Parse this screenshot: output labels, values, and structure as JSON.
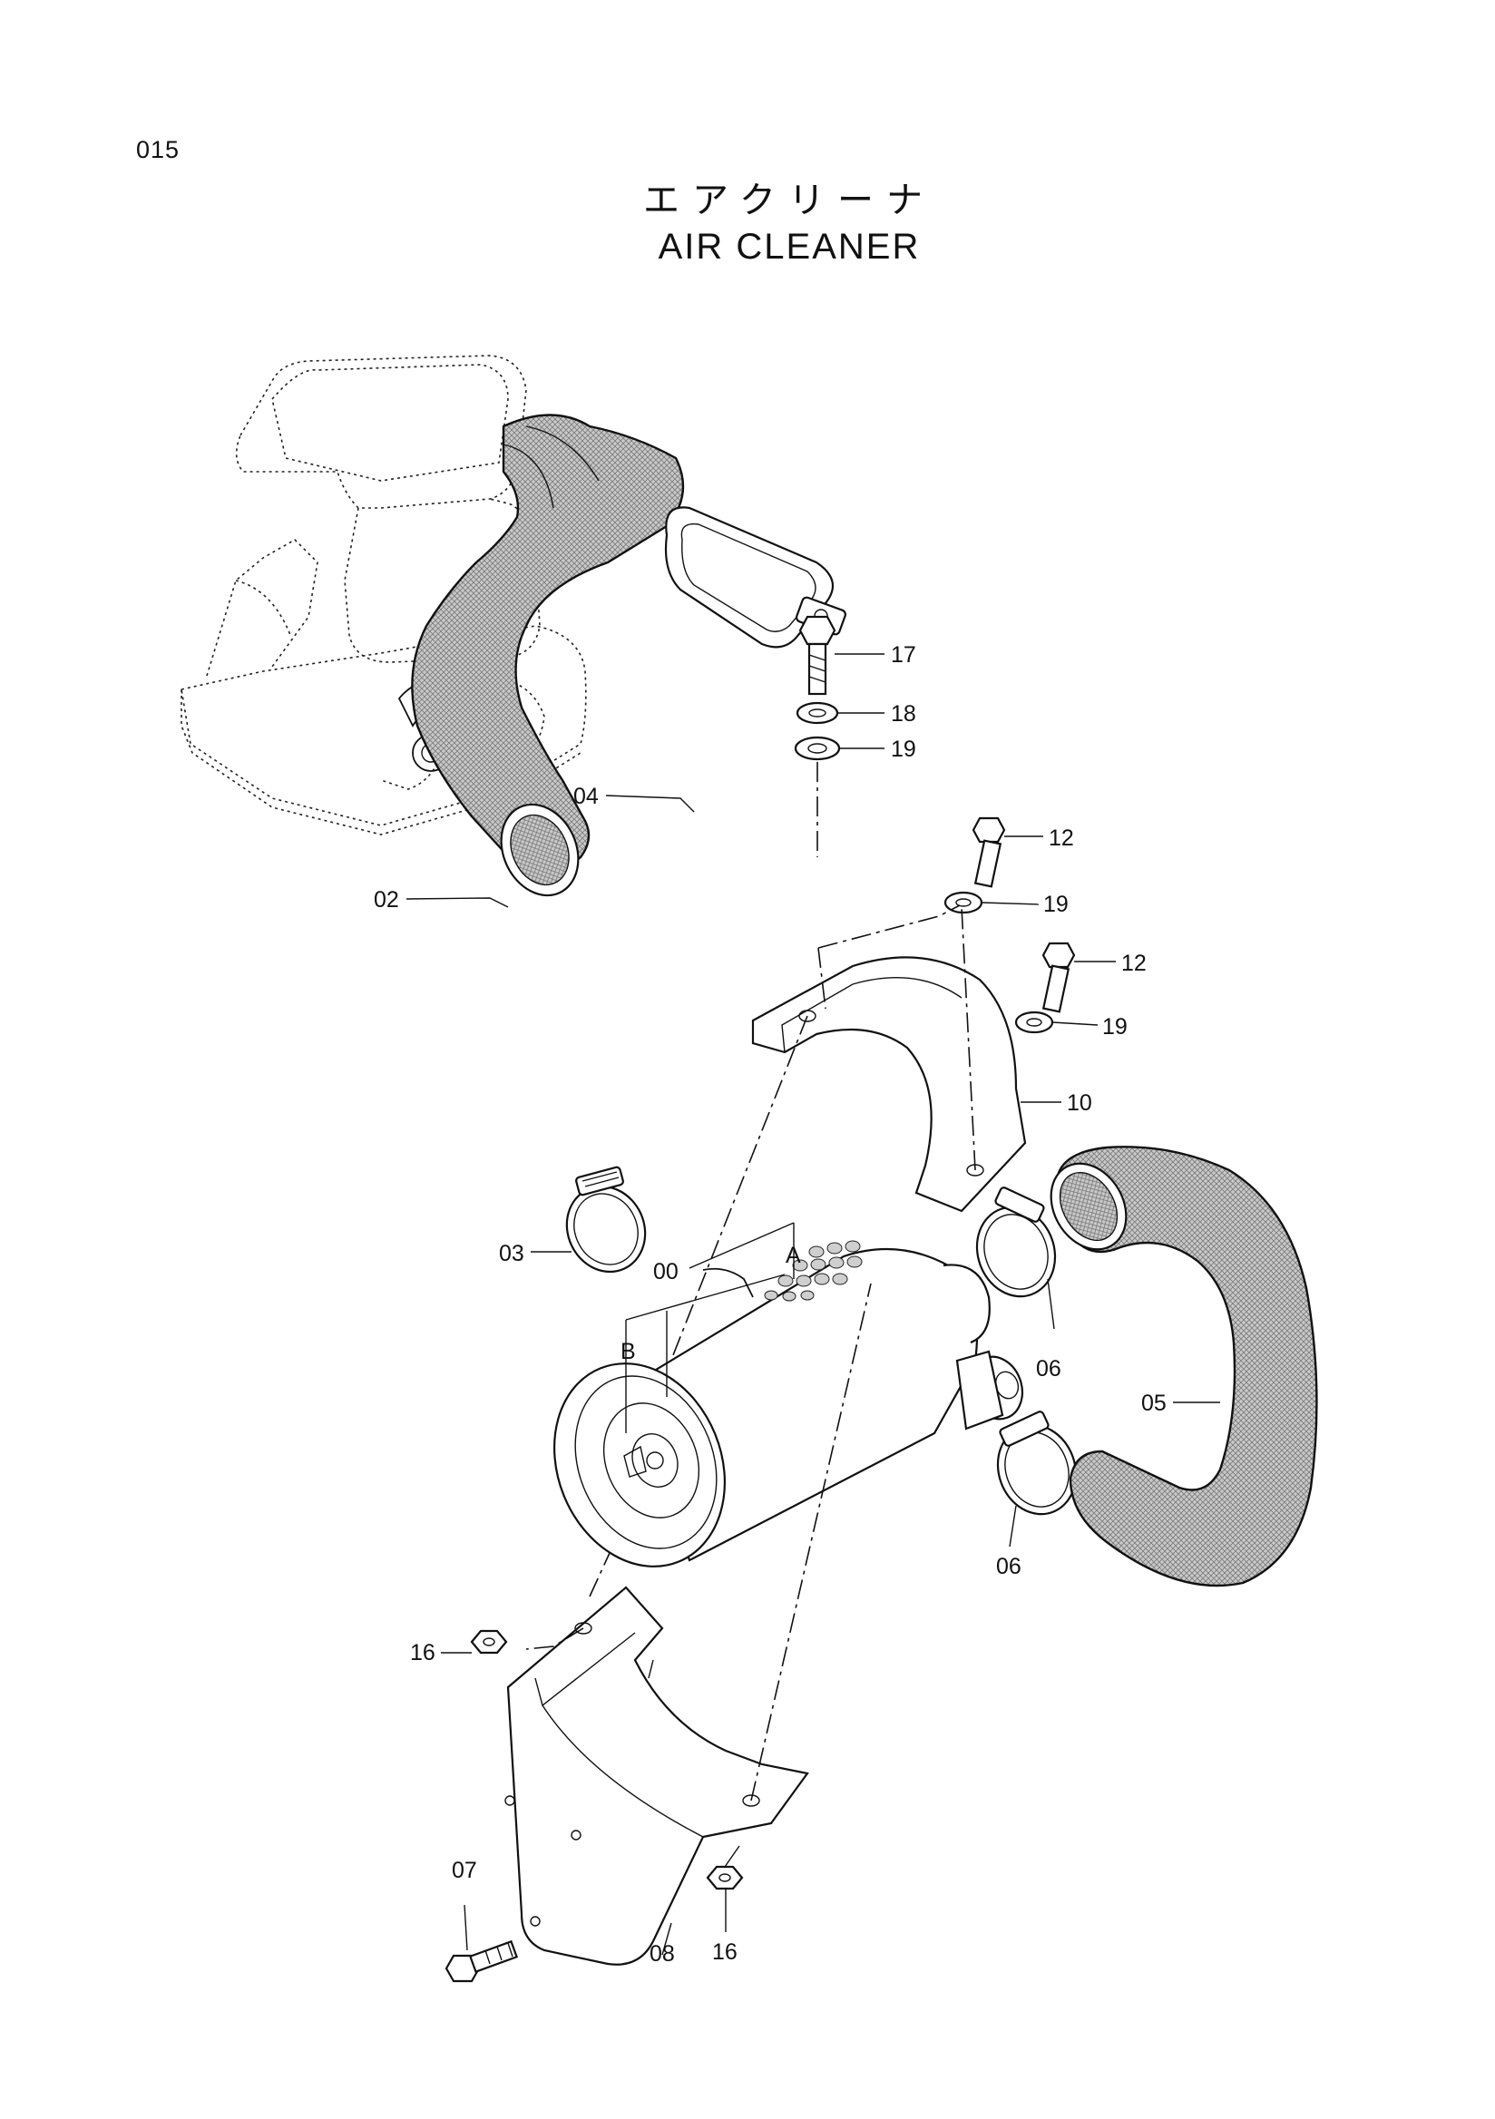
{
  "page_number": "015",
  "title_ja": "エアクリーナ",
  "title_en": "AIR CLEANER",
  "callouts": {
    "p00": "00",
    "p02": "02",
    "p03": "03",
    "p04": "04",
    "p05": "05",
    "p06a": "06",
    "p06b": "06",
    "p07": "07",
    "p08": "08",
    "p10": "10",
    "p12a": "12",
    "p12b": "12",
    "p16a": "16",
    "p16b": "16",
    "p17": "17",
    "p18": "18",
    "p19a": "19",
    "p19b": "19",
    "p19c": "19",
    "refA": "A",
    "refB": "B"
  }
}
